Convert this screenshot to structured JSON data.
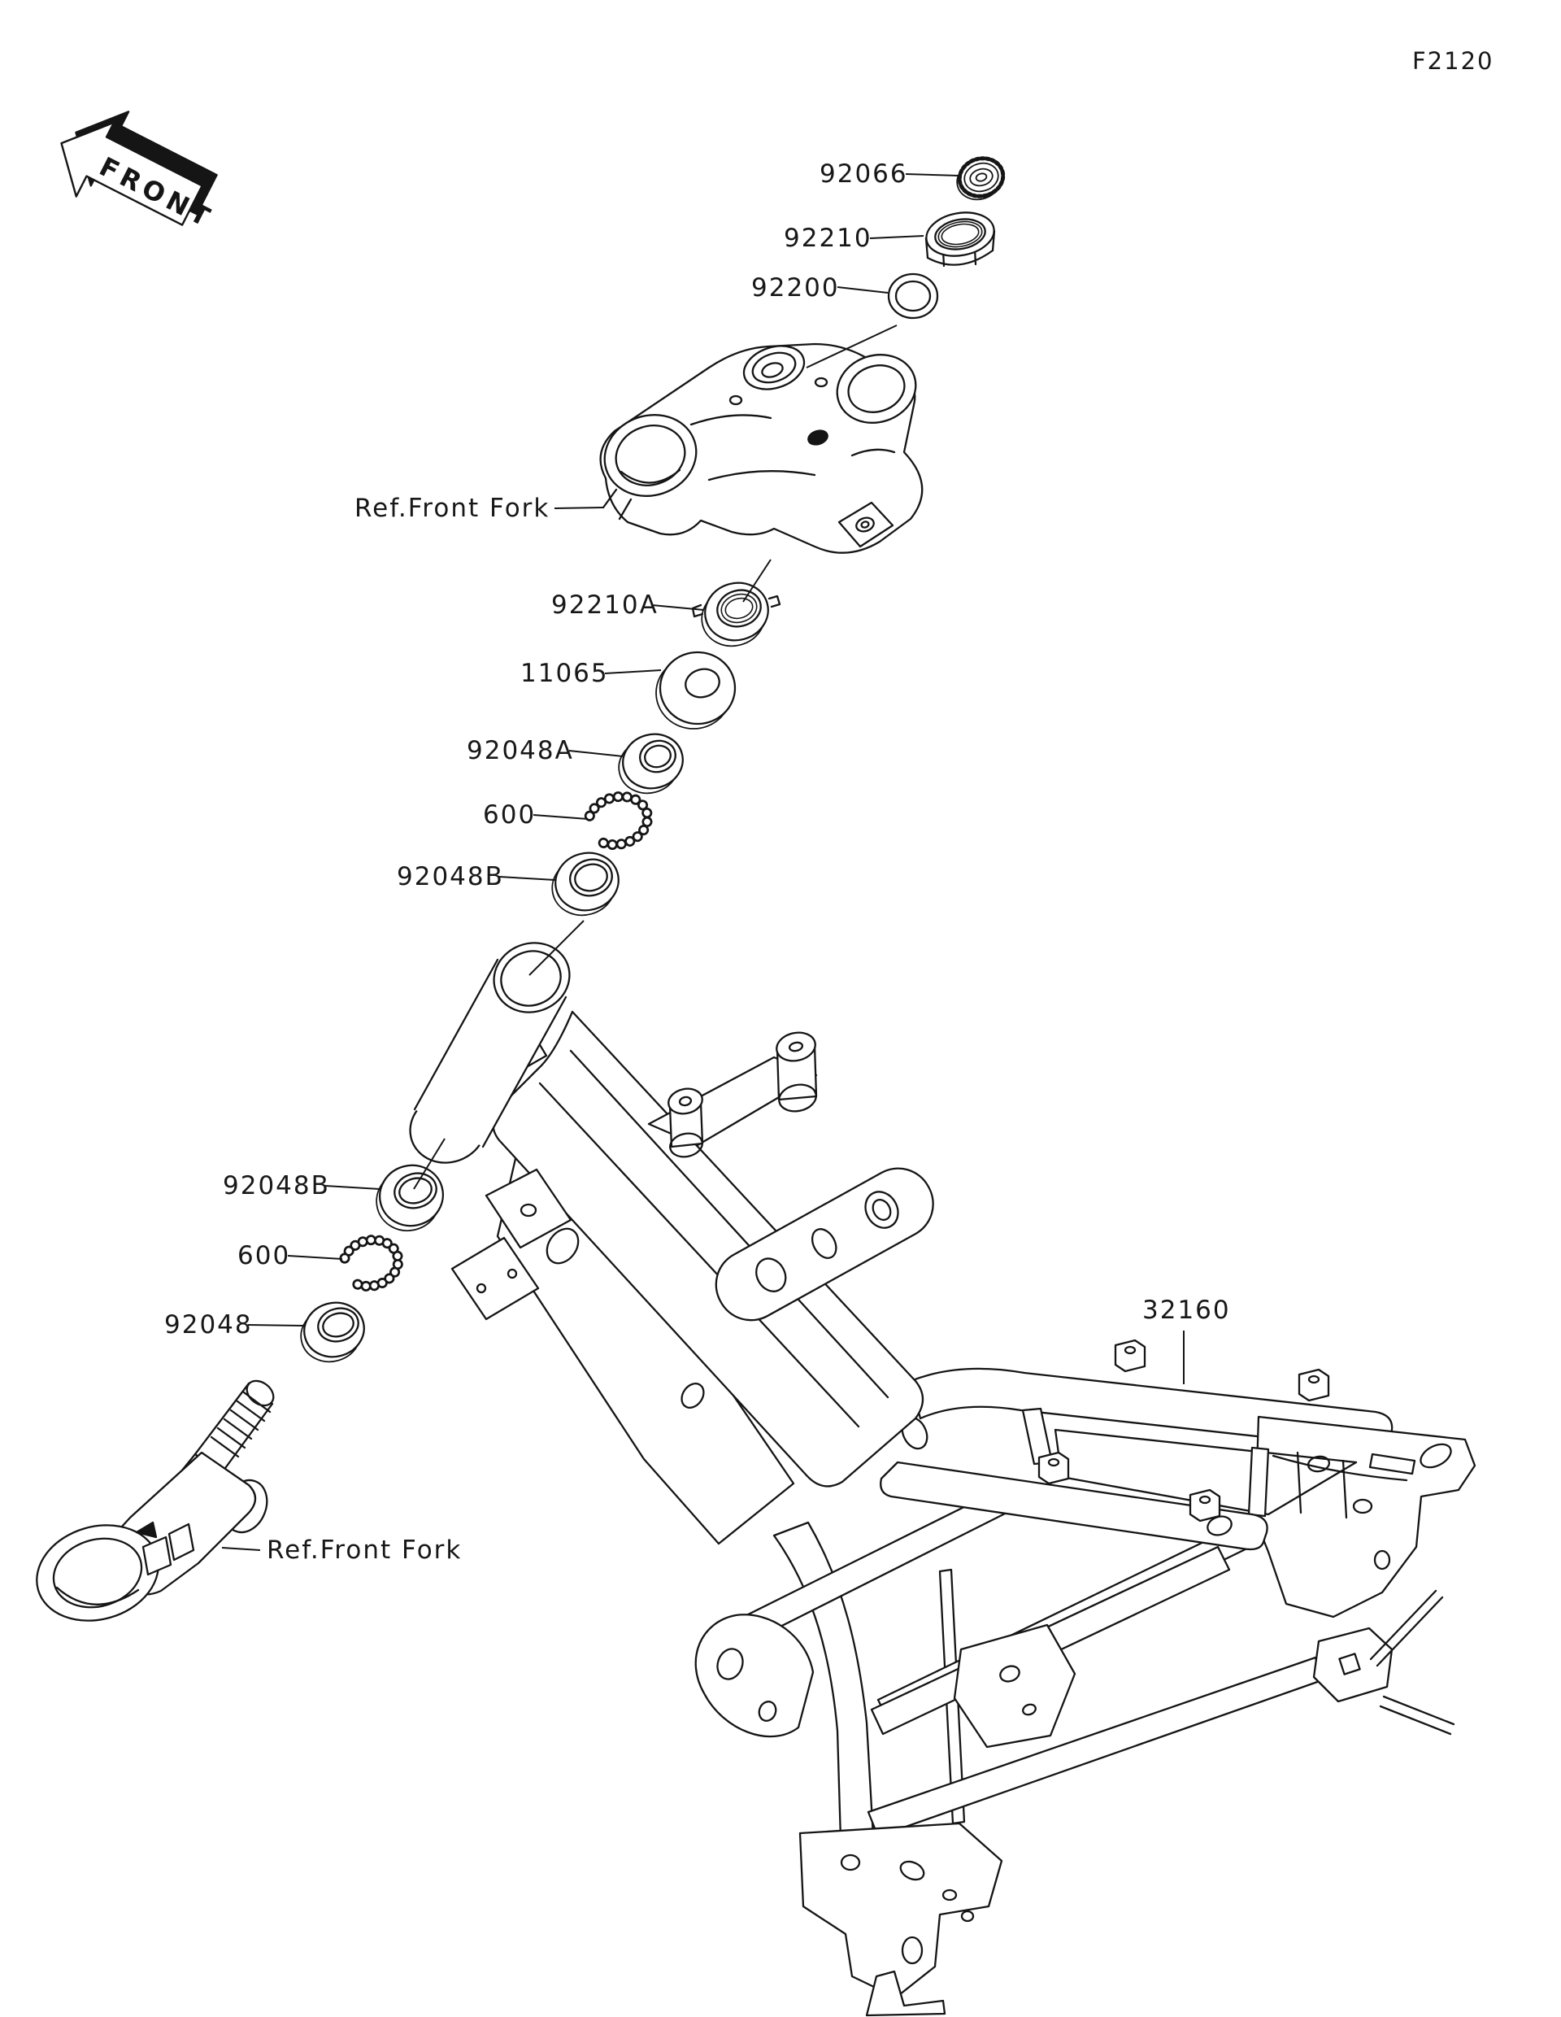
{
  "doc": {
    "figure_code": "F2120",
    "front_marker": "FRONT"
  },
  "callouts": {
    "p92066": {
      "label": "92066"
    },
    "p92210": {
      "label": "92210"
    },
    "p92200": {
      "label": "92200"
    },
    "ref_front_fork_upper": {
      "label": "Ref.Front Fork"
    },
    "p92210a": {
      "label": "92210A"
    },
    "p11065": {
      "label": "11065"
    },
    "p92048a": {
      "label": "92048A"
    },
    "p600_upper": {
      "label": "600"
    },
    "p92048b_upper": {
      "label": "92048B"
    },
    "p92048b_lower": {
      "label": "92048B"
    },
    "p600_lower": {
      "label": "600"
    },
    "p92048": {
      "label": "92048"
    },
    "ref_front_fork_lower": {
      "label": "Ref.Front Fork"
    },
    "p32160": {
      "label": "32160"
    }
  }
}
